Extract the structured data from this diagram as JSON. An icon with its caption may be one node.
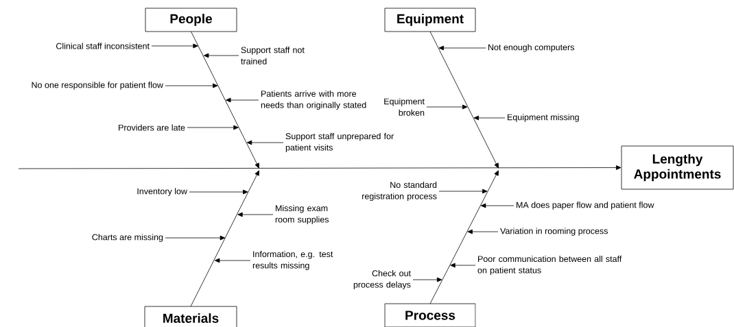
{
  "diagram": {
    "nodes": [
      {
        "text": [
          "People"
        ]
      },
      {
        "text": [
          "Equipment"
        ]
      },
      {
        "text": [
          "Clinical staff inconsistent"
        ]
      },
      {
        "text": [
          "Support staff not trained"
        ]
      },
      {
        "text": [
          "No one responsible for patient flow"
        ]
      },
      {
        "text": [
          "Patients arrive with more needs than originally stated"
        ]
      },
      {
        "text": [
          "Providers are late"
        ]
      },
      {
        "text": [
          "Support staff unprepared for patient visits"
        ]
      },
      {
        "text": [
          "Not enough computers"
        ]
      },
      {
        "text": [
          "Equipment broken"
        ]
      },
      {
        "text": [
          "Equipment missing"
        ]
      },
      {
        "text": [
          "Lengthy Appointments"
        ]
      },
      {
        "text": [
          "Inventory low"
        ]
      },
      {
        "text": [
          "Missing exam room supplies"
        ]
      },
      {
        "text": [
          "Charts are missing"
        ]
      },
      {
        "text": [
          "Information, e.g. test results missing"
        ]
      },
      {
        "text": [
          "No standard registration process"
        ]
      },
      {
        "text": [
          "MA does paper flow and patient flow"
        ]
      },
      {
        "text": [
          "Variation in rooming process"
        ]
      },
      {
        "text": [
          "Poor communication between all staff on patient status"
        ]
      },
      {
        "text": [
          "Check out process delays"
        ]
      },
      {
        "text": [
          "Materials"
        ]
      },
      {
        "text": [
          "Process"
        ]
      }
    ],
    "edges": [
      {
        "from": null,
        "to": 11,
        "arrow": "to"
      },
      {
        "from": 0,
        "to": null,
        "arrow": "to"
      },
      {
        "from": 1,
        "to": null,
        "arrow": "to"
      },
      {
        "from": 21,
        "to": null,
        "arrow": "to"
      },
      {
        "from": 22,
        "to": null,
        "arrow": "to"
      },
      {
        "from": 2,
        "to": null,
        "arrow": "to"
      },
      {
        "from": 3,
        "to": null,
        "arrow": "to"
      },
      {
        "from": 4,
        "to": null,
        "arrow": "to"
      },
      {
        "from": 5,
        "to": null,
        "arrow": "to"
      },
      {
        "from": 6,
        "to": null,
        "arrow": "to"
      },
      {
        "from": 7,
        "to": null,
        "arrow": "to"
      },
      {
        "from": 8,
        "to": null,
        "arrow": "to"
      },
      {
        "from": 9,
        "to": null,
        "arrow": "to"
      },
      {
        "from": 10,
        "to": null,
        "arrow": "to"
      },
      {
        "from": 12,
        "to": null,
        "arrow": "to"
      },
      {
        "from": 13,
        "to": null,
        "arrow": "to"
      },
      {
        "from": 14,
        "to": null,
        "arrow": "to"
      },
      {
        "from": 15,
        "to": null,
        "arrow": "to"
      },
      {
        "from": 16,
        "to": null,
        "arrow": "to"
      },
      {
        "from": 17,
        "to": null,
        "arrow": "to"
      },
      {
        "from": 18,
        "to": null,
        "arrow": "to"
      },
      {
        "from": 19,
        "to": null,
        "arrow": "to"
      },
      {
        "from": 20,
        "to": null,
        "arrow": "to"
      }
    ]
  }
}
